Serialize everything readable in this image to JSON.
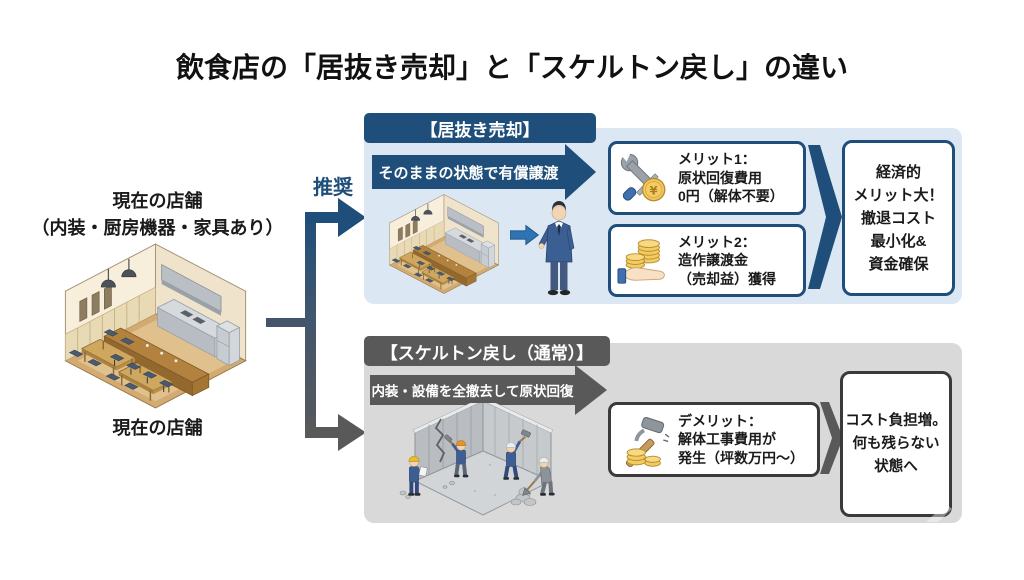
{
  "title": "飲食店の「居抜き売却」と「スケルトン戻し」の違い",
  "left": {
    "label_top_lines": [
      "現在の店舗",
      "（内装・厨房機器・家具あり）"
    ],
    "label_bottom": "現在の店舗",
    "illustration": "isometric-restaurant-interior"
  },
  "branch": {
    "recommended": "推奨"
  },
  "top_flow": {
    "header": "【居抜き売却】",
    "banner": "そのままの状態で有償譲渡",
    "illustration_left": "isometric-restaurant-interior",
    "transfer_icon": "right-arrow-icon",
    "illustration_right": "businessman-buyer",
    "merit1": {
      "icon": "wrench-screwdriver-yen-coin-icon",
      "lines": [
        "メリット1：",
        "原状回復費用",
        "0円（解体不要）"
      ]
    },
    "merit2": {
      "icon": "hand-offering-coin-stacks-icon",
      "lines": [
        "メリット2：",
        "造作譲渡金",
        "（売却益）獲得"
      ]
    },
    "result_lines": [
      "経済的",
      "メリット大！",
      "撤退コスト",
      "最小化&",
      "資金確保"
    ]
  },
  "bottom_flow": {
    "header": "【スケルトン戻し（通常）】",
    "banner": "内装・設備を全撤去して原状回復",
    "illustration": "demolition-workers-in-empty-concrete-room",
    "demerit": {
      "icon": "hammer-coin-stack-icon",
      "lines": [
        "デメリット：",
        "解体工事費用が",
        "発生（坪数万円〜）"
      ]
    },
    "result_lines": [
      "コスト負担増。",
      "何も残らない",
      "状態へ"
    ]
  },
  "colors": {
    "navy": "#1e4e79",
    "panel_blue": "#dbe7f2",
    "gray": "#595959",
    "panel_gray": "#d9d9d9",
    "box_border_dark": "#3a3a3a",
    "accent_arrow_blue": "#2e74b5",
    "coin_gold": "#f3cb63"
  }
}
